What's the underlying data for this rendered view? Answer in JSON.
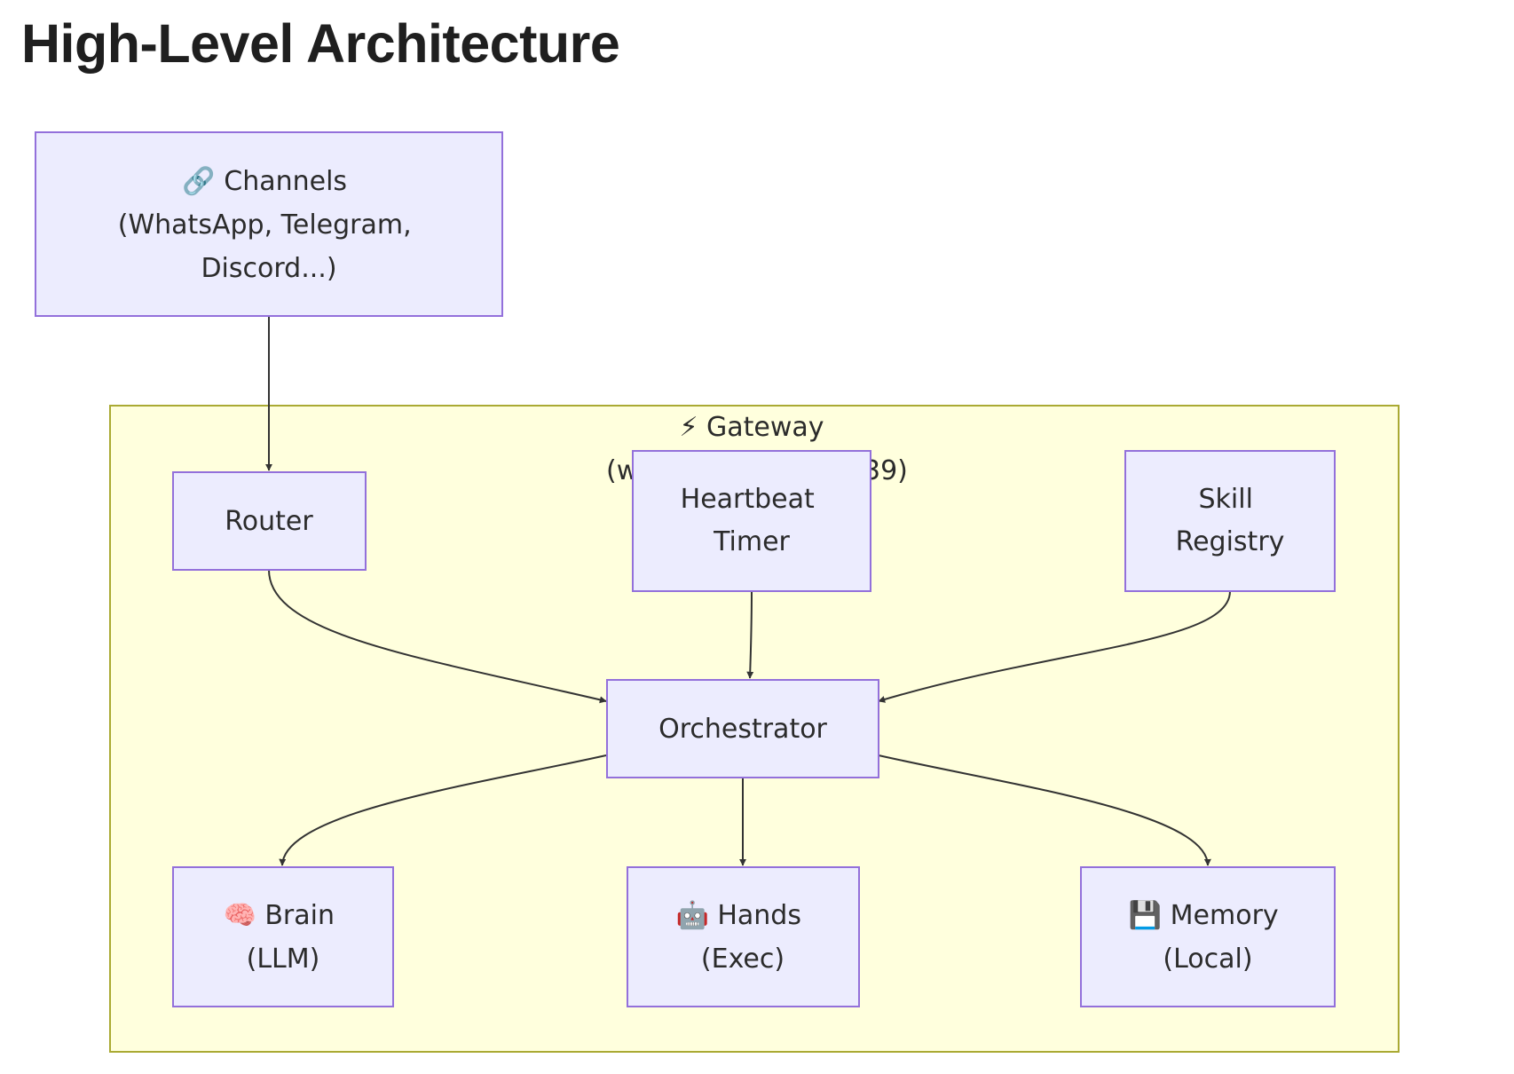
{
  "header": {
    "title": "High-Level Architecture"
  },
  "diagram": {
    "gateway": {
      "lines": [
        "⚡ Gateway",
        "(w",
        "39)"
      ],
      "fill": "#ffffdd",
      "stroke": "#aaaa33"
    },
    "nodes": {
      "channels": {
        "lines": [
          "🔗 Channels",
          "(WhatsApp, Telegram,",
          "Discord...)"
        ],
        "icon": "link-icon"
      },
      "router": {
        "lines": [
          "Router"
        ]
      },
      "heartbeat": {
        "lines": [
          "Heartbeat",
          "Timer"
        ]
      },
      "skills": {
        "lines": [
          "Skill",
          "Registry"
        ]
      },
      "orchestrator": {
        "lines": [
          "Orchestrator"
        ]
      },
      "brain": {
        "lines": [
          "🧠 Brain",
          "(LLM)"
        ],
        "icon": "brain-icon"
      },
      "hands": {
        "lines": [
          "🤖 Hands",
          "(Exec)"
        ],
        "icon": "robot-icon"
      },
      "memory": {
        "lines": [
          "💾 Memory",
          "(Local)"
        ],
        "icon": "floppy-disk-icon"
      }
    },
    "edges": [
      {
        "from": "channels",
        "to": "router"
      },
      {
        "from": "router",
        "to": "orchestrator"
      },
      {
        "from": "heartbeat",
        "to": "orchestrator"
      },
      {
        "from": "skills",
        "to": "orchestrator"
      },
      {
        "from": "orchestrator",
        "to": "brain"
      },
      {
        "from": "orchestrator",
        "to": "hands"
      },
      {
        "from": "orchestrator",
        "to": "memory"
      }
    ],
    "colors": {
      "node_fill": "#ececfe",
      "node_stroke": "#9370db",
      "edge": "#333333"
    }
  }
}
